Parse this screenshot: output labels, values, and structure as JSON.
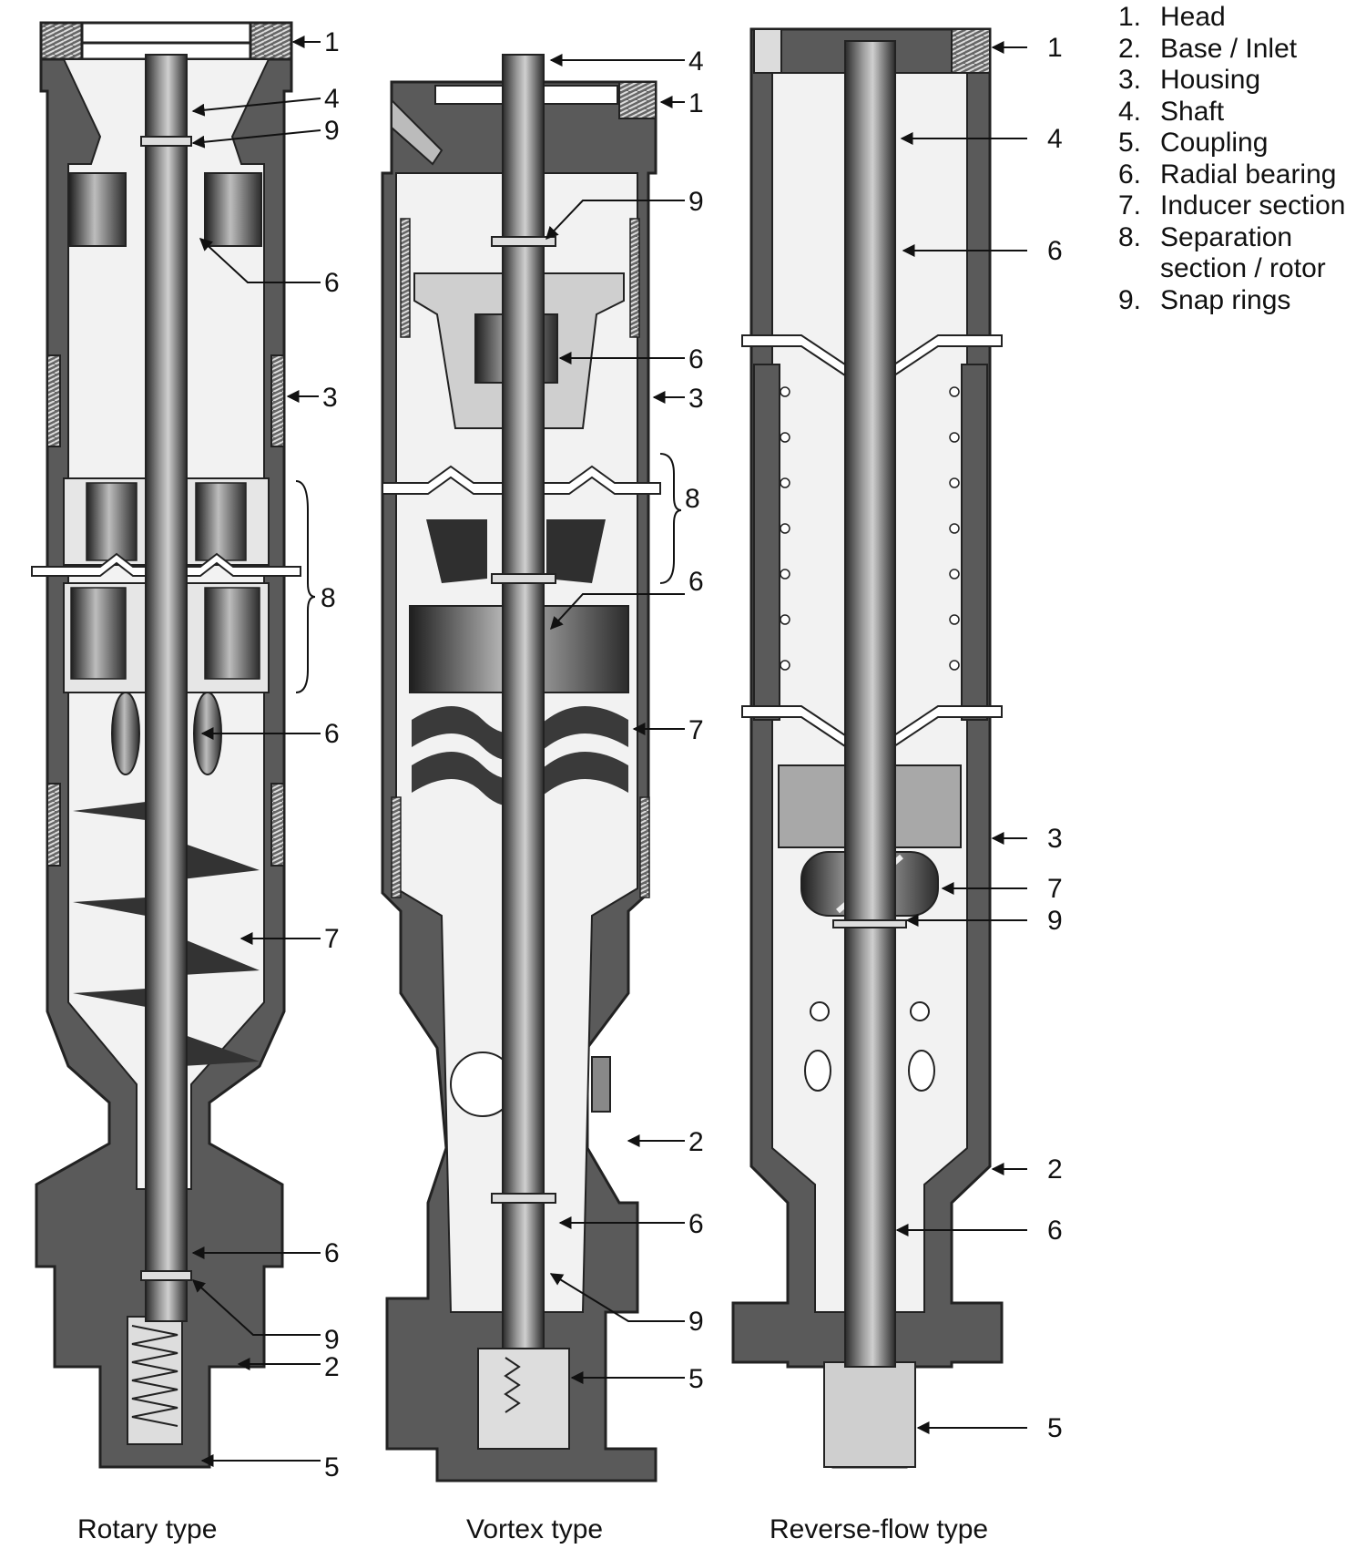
{
  "legend": [
    {
      "num": "1.",
      "text": "Head"
    },
    {
      "num": "2.",
      "text": "Base / Inlet"
    },
    {
      "num": "3.",
      "text": "Housing"
    },
    {
      "num": "4.",
      "text": "Shaft"
    },
    {
      "num": "5.",
      "text": "Coupling"
    },
    {
      "num": "6.",
      "text": "Radial bearing"
    },
    {
      "num": "7.",
      "text": "Inducer section"
    },
    {
      "num": "8.",
      "text": "Separation"
    },
    {
      "num": "",
      "text": "section / rotor"
    },
    {
      "num": "9.",
      "text": "Snap rings"
    }
  ],
  "captions": {
    "rotary": "Rotary type",
    "vortex": "Vortex type",
    "reverse": "Reverse-flow type"
  },
  "callouts": {
    "rotary": [
      "1",
      "4",
      "9",
      "6",
      "3",
      "8",
      "6",
      "7",
      "6",
      "9",
      "2",
      "5"
    ],
    "vortex": [
      "4",
      "1",
      "9",
      "6",
      "3",
      "8",
      "6",
      "7",
      "2",
      "6",
      "9",
      "5"
    ],
    "reverse": [
      "1",
      "4",
      "6",
      "3",
      "7",
      "9",
      "2",
      "6",
      "5"
    ]
  },
  "colors": {
    "ink": "#222222",
    "metal": "#555555",
    "light": "#dcdcdc",
    "paper": "#ffffff"
  }
}
